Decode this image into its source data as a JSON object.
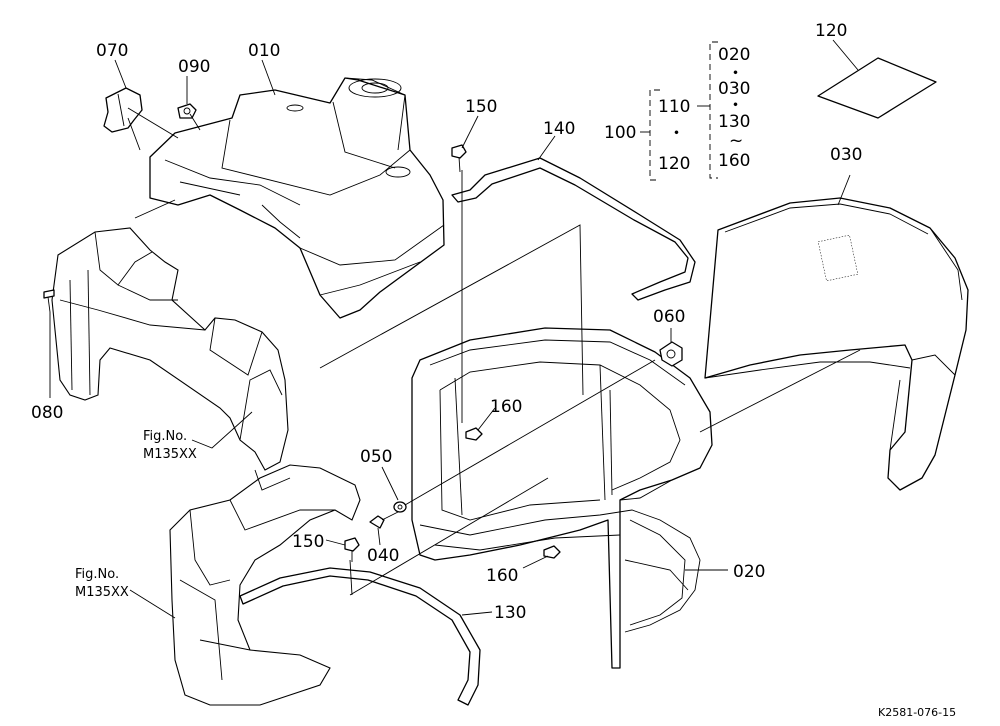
{
  "labels": {
    "p010": "010",
    "p020": "020",
    "p030": "030",
    "p040": "040",
    "p050": "050",
    "p060": "060",
    "p070": "070",
    "p080": "080",
    "p090": "090",
    "p100": "100",
    "p110": "110",
    "p120_kit": "120",
    "p120_sheet": "120",
    "p130": "130",
    "p140": "140",
    "p150_top": "150",
    "p150_bottom": "150",
    "p160_center": "160",
    "p160_bottom": "160",
    "set_020": "020",
    "set_030": "030",
    "set_130": "130",
    "set_tilde": "~",
    "set_160": "160",
    "dot": "・"
  },
  "fig_refs": [
    {
      "line1": "Fig.No.",
      "line2": "M135XX"
    },
    {
      "line1": "Fig.No.",
      "line2": "M135XX"
    }
  ],
  "drawing_number": "K2581-076-15"
}
